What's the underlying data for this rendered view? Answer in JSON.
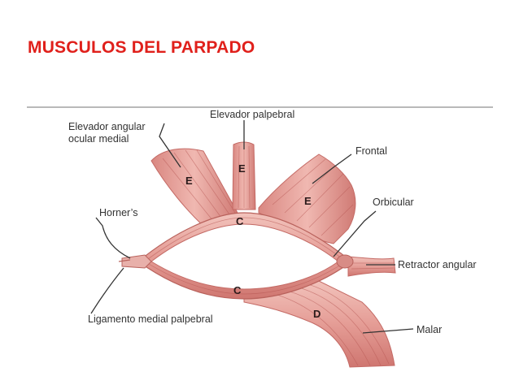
{
  "title": "MUSCULOS DEL PARPADO",
  "labels": {
    "elevador_angular": [
      "Elevador angular",
      "ocular medial"
    ],
    "elevador_palpebral": "Elevador palpebral",
    "frontal": "Frontal",
    "orbicular": "Orbicular",
    "horners": "Horner’s",
    "retractor_angular": "Retractor angular",
    "ligamento": "Ligamento medial palpebral",
    "malar": "Malar"
  },
  "letters": {
    "e1": "E",
    "e2": "E",
    "e3": "E",
    "c_top": "C",
    "c_bottom": "C",
    "d": "D"
  },
  "colors": {
    "title": "#e0201b",
    "muscle": "#e9a9a2",
    "muscle_dark": "#c96d68",
    "muscle_light": "#f6d2cc",
    "text": "#333333"
  }
}
